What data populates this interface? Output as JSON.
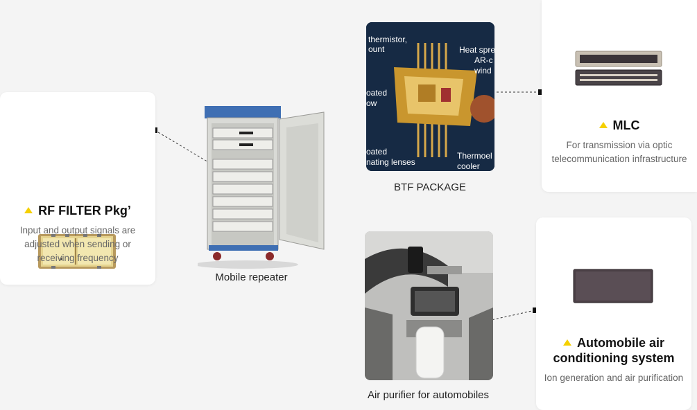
{
  "left_card": {
    "title": "RF FILTER Pkg’",
    "desc_lines": [
      "Input and output signals are",
      "adjusted when sending or",
      "receiving frequency"
    ]
  },
  "mlc_card": {
    "title": "MLC",
    "desc_lines": [
      "For transmission via optic",
      "telecommunication infrastructure"
    ]
  },
  "aircon_card": {
    "title_lines": [
      "Automobile air",
      "conditioning system"
    ],
    "desc": "Ion generation and air purification"
  },
  "captions": {
    "repeater": "Mobile repeater",
    "btf": "BTF PACKAGE",
    "purifier": "Air purifier for automobiles"
  },
  "btf_photo_labels": {
    "l1": "thermistor,",
    "l2": "ount",
    "l3": "Heat spre",
    "l4": "AR-c",
    "l5": "wind",
    "l6": "oated",
    "l7": "ow",
    "l8": "oated",
    "l9": "nating lenses",
    "l10": "Thermoel",
    "l11": "cooler"
  },
  "colors": {
    "accent_triangle": "#f5d000",
    "background": "#f4f4f4",
    "card": "#ffffff"
  }
}
